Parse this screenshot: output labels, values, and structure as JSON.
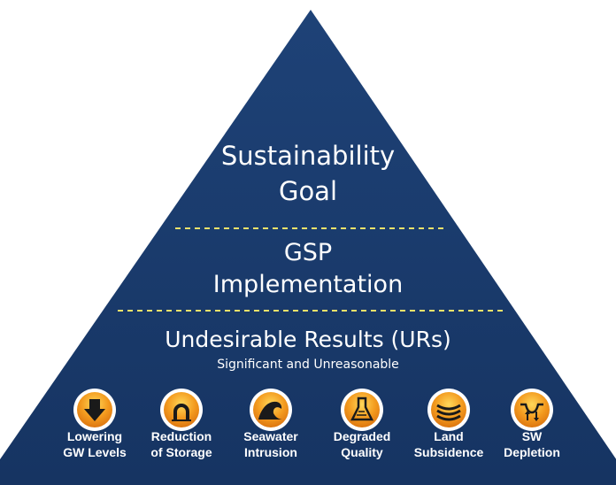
{
  "pyramid": {
    "goal": {
      "line1": "Sustainability",
      "line2": "Goal"
    },
    "implementation": {
      "line1": "GSP",
      "line2": "Implementation"
    },
    "undesirable_results": {
      "title": "Undesirable Results (URs)",
      "subtitle": "Significant and Unreasonable"
    },
    "indicators": [
      {
        "icon": "arrow-down-icon",
        "line1": "Lowering",
        "line2": "GW Levels"
      },
      {
        "icon": "storage-gauge-icon",
        "line1": "Reduction",
        "line2": "of Storage"
      },
      {
        "icon": "wave-icon",
        "line1": "Seawater",
        "line2": "Intrusion"
      },
      {
        "icon": "flask-icon",
        "line1": "Degraded",
        "line2": "Quality"
      },
      {
        "icon": "subsidence-layers-icon",
        "line1": "Land",
        "line2": "Subsidence"
      },
      {
        "icon": "stream-depletion-icon",
        "line1": "SW",
        "line2": "Depletion"
      }
    ]
  },
  "colors": {
    "pyramid_fill": "#1a3a6b",
    "divider": "#f2e26a",
    "icon_orange": "#f39a1e",
    "icon_yellow": "#ffd85a",
    "text": "#ffffff"
  }
}
